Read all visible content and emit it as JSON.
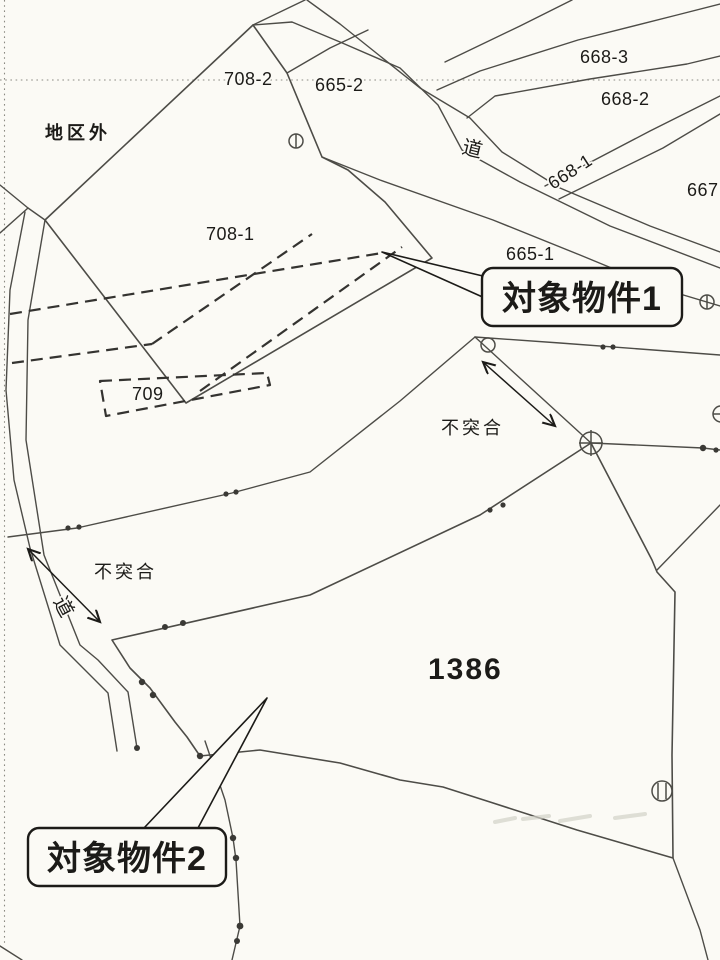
{
  "document_type": "scanned cadastral map (公図)",
  "colors": {
    "paper": "#fbfaf5",
    "line": "#4d4c47",
    "ink": "#1c1b18",
    "hatch1": "#403f39",
    "hatch2": "#53524b",
    "dash": "#343330",
    "dot": "#3a3935",
    "grid": "#8b8a82",
    "faint": "#d2d1c8"
  },
  "labels": {
    "outside_district": "地区外",
    "p708_2": "708-2",
    "p665_2": "665-2",
    "p668_3": "668-3",
    "p668_2": "668-2",
    "p668_1": "668-1",
    "p667": "667",
    "p708_1": "708-1",
    "p665_1": "665-1",
    "p709": "709",
    "p1386": "1386",
    "road_top": "道",
    "road_left": "道",
    "mismatch_top": "不突合",
    "mismatch_left": "不突合"
  },
  "callouts": {
    "target1": "対象物件1",
    "target2": "対象物件2"
  },
  "legend": {
    "hatched_parcels": [
      "708-1 / 708-2",
      "1386"
    ],
    "survey_markers": [
      "circled-cross-benchmark",
      "circled-tick-points"
    ],
    "dashed_lines_meaning": "old/unregistered boundary",
    "grid_lines": [
      "horizontal dotted reference line",
      "vertical dotted reference line"
    ]
  }
}
